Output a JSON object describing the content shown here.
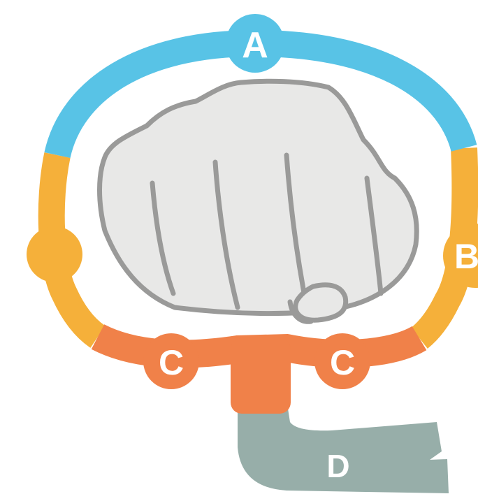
{
  "labels": {
    "a": "A",
    "b": "B",
    "c_left": "C",
    "c_right": "C",
    "d": "D"
  },
  "colors": {
    "segment_a": "#58c3e6",
    "segment_b": "#f5b03a",
    "segment_c": "#f08149",
    "segment_d": "#97aea9",
    "fist_fill": "#e8e8e7",
    "fist_outline": "#9a9a99",
    "label_text": "#ffffff"
  },
  "icons": {
    "fist": "fist-icon"
  }
}
